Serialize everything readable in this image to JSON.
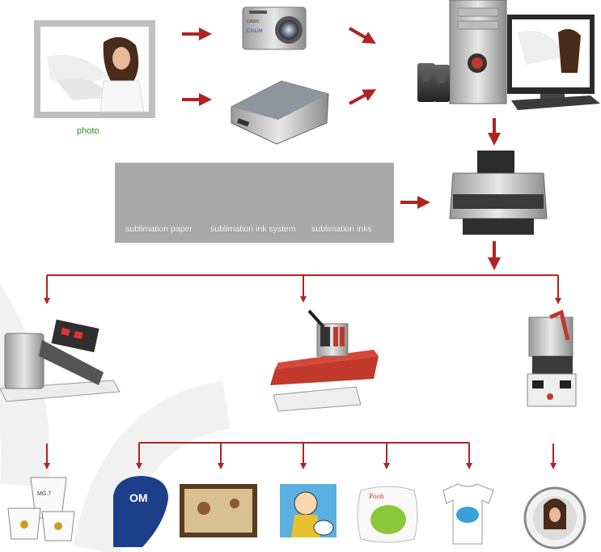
{
  "labels": {
    "photo": "photo",
    "sublimation_paper": "sublimation paper",
    "sublimation_ink_system": "sublimation ink system",
    "sublimation_inks": "sublimation inks",
    "camera_brand": "CASIO",
    "camera_model": "EXILIM",
    "mouse_pad_text": "OM",
    "mug_text": "MG.7",
    "pillow_text": "Pooh"
  },
  "colors": {
    "arrow": "#b22222",
    "photo_label": "#2e8b2e",
    "panel": "#a9a9a9",
    "panel_text": "#ffffff",
    "press_red": "#c0392b"
  }
}
